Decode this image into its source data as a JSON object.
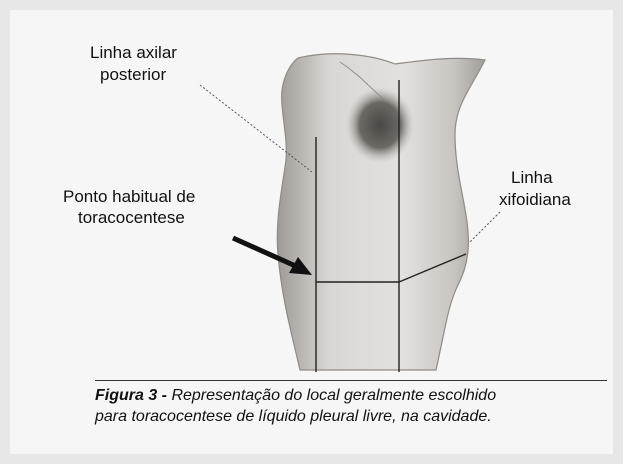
{
  "labels": {
    "axilar_line1": "Linha axilar",
    "axilar_line2": "posterior",
    "ponto_line1": "Ponto habitual de",
    "ponto_line2": "toracocentese",
    "xifo_line1": "Linha",
    "xifo_line2": "xifoidiana"
  },
  "caption": {
    "label": "Figura 3 - ",
    "line1": "Representação do local geralmente escolhido",
    "line2": "para toracocentese de líquido pleural livre, na cavidade."
  },
  "colors": {
    "frame": "#e7e7e7",
    "background": "#f6f6f6",
    "torso": "#d6d4d0",
    "lines": "#222222"
  }
}
